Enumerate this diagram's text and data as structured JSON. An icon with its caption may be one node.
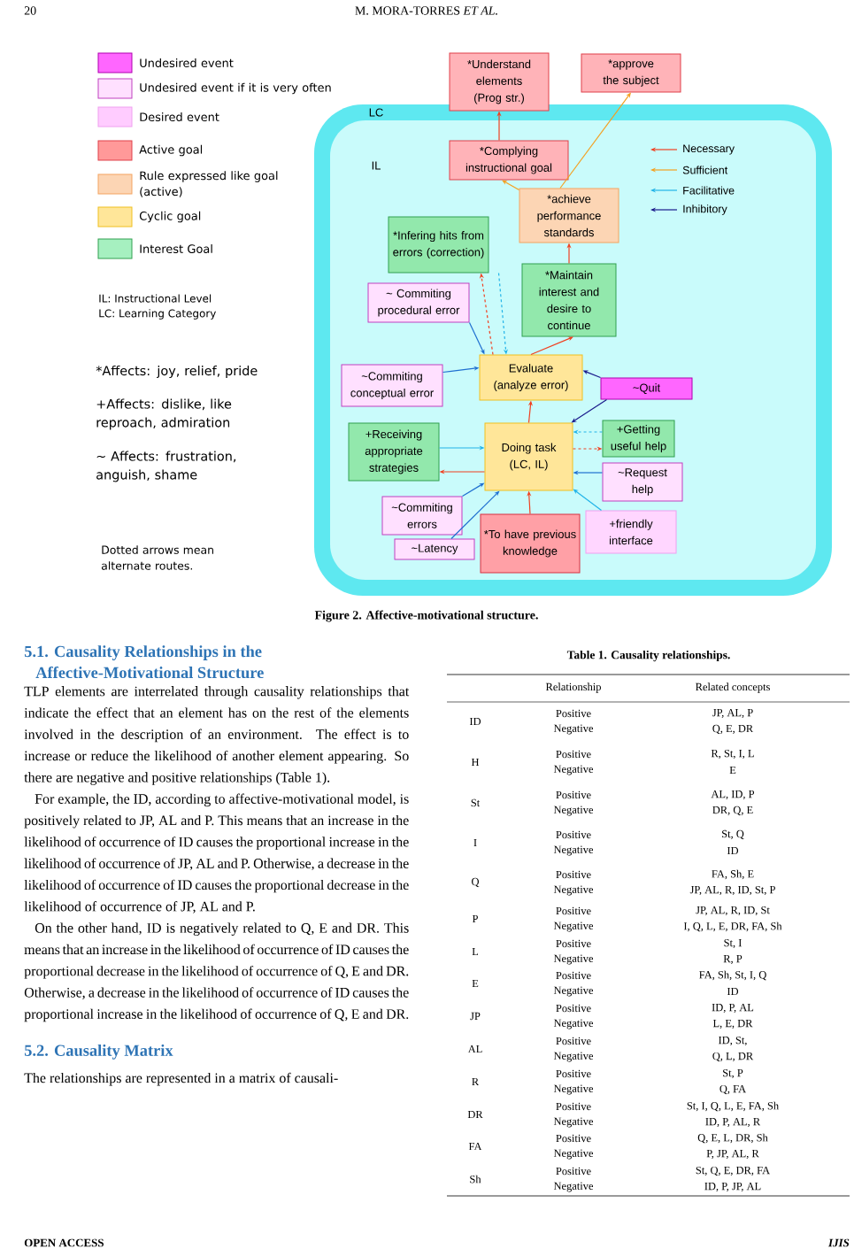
{
  "diagram": {
    "caption": "Figure 2. Affective-motivational structure.",
    "nodes": [
      {
        "text": [
          "LC"
        ]
      },
      {
        "text": [
          "IL"
        ],
        "in": 0
      },
      {
        "text": [
          "*Understand elements (Prog str.)"
        ]
      },
      {
        "text": [
          "*approve the subject"
        ]
      },
      {
        "text": [
          "*Complying instructional goal"
        ],
        "in": 1
      },
      {
        "text": [
          "*achieve performance standards"
        ],
        "in": 1
      },
      {
        "text": [
          "*Infering hits from errors (correction)"
        ],
        "in": 1
      },
      {
        "text": [
          "~ Commiting procedural error"
        ],
        "in": 1
      },
      {
        "text": [
          "*Maintain interest and desire to continue"
        ],
        "in": 1
      },
      {
        "text": [
          "~Commiting conceptual error"
        ],
        "in": 1
      },
      {
        "text": [
          "Evaluate (analyze error)"
        ],
        "in": 1
      },
      {
        "text": [
          "~Quit"
        ],
        "in": 1
      },
      {
        "text": [
          "+Receiving appropriate strategies"
        ],
        "in": 1
      },
      {
        "text": [
          "Doing task (LC, IL)"
        ],
        "in": 1
      },
      {
        "text": [
          "+Getting useful help"
        ],
        "in": 1
      },
      {
        "text": [
          "~Request help"
        ],
        "in": 1
      },
      {
        "text": [
          "~Commiting errors"
        ],
        "in": 1
      },
      {
        "text": [
          "*To have previous knowledge"
        ],
        "in": 1
      },
      {
        "text": [
          "+friendly interface"
        ],
        "in": 1
      },
      {
        "text": [
          "~Latency"
        ],
        "in": 1
      }
    ],
    "edges": [
      {
        "from": 4,
        "to": 2,
        "arrow": "to"
      },
      {
        "from": 5,
        "to": 3,
        "arrow": "to",
        "color": "#f4a020"
      },
      {
        "from": 5,
        "to": 4,
        "arrow": "to",
        "color": "#f4a020"
      },
      {
        "from": 8,
        "to": 5,
        "arrow": "to"
      },
      {
        "from": 10,
        "to": 6,
        "arrow": "to",
        "style": "dashed"
      },
      {
        "from": 6,
        "to": 10,
        "arrow": "to",
        "style": "dashed",
        "color": "#22b4e8"
      },
      {
        "from": 7,
        "to": 10,
        "arrow": "to",
        "color": "#1f6fd0"
      },
      {
        "from": 10,
        "to": 8,
        "arrow": "to"
      },
      {
        "from": 9,
        "to": 10,
        "arrow": "to",
        "color": "#1f6fd0"
      },
      {
        "from": 11,
        "to": 10,
        "arrow": "to",
        "color": "#1a1a8c"
      },
      {
        "from": 11,
        "to": 13,
        "arrow": "to",
        "color": "#1a1a8c"
      },
      {
        "from": 13,
        "to": 10,
        "arrow": "to"
      },
      {
        "from": 12,
        "to": 13,
        "arrow": "to",
        "color": "#22b4e8"
      },
      {
        "from": 13,
        "to": 12,
        "arrow": "to"
      },
      {
        "from": 14,
        "to": 13,
        "arrow": "to",
        "style": "dashed",
        "color": "#22b4e8"
      },
      {
        "from": 13,
        "to": 14,
        "arrow": "to",
        "style": "dashed"
      },
      {
        "from": 15,
        "to": 13,
        "arrow": "to",
        "color": "#1f6fd0"
      },
      {
        "from": 16,
        "to": 13,
        "arrow": "to",
        "color": "#1f6fd0"
      },
      {
        "from": 19,
        "to": 13,
        "arrow": "to",
        "color": "#1f6fd0"
      },
      {
        "from": 17,
        "to": 13,
        "arrow": "to"
      },
      {
        "from": 18,
        "to": 13,
        "arrow": "to",
        "color": "#22b4e8"
      }
    ],
    "labels": [
      "20",
      "M. MORA-TORRES *ET AL.*",
      "IL: Instructional Level",
      "LC: Learning Category",
      "*Affects: joy, relief, pride",
      "+Affects: dislike, like reproach, admiration",
      "~ Affects: frustration, anguish, shame",
      "Dotted arrows mean alternate routes.",
      "5.1. Causality Relationships in the Affective-Motivational Structure",
      "TLP elements are interrelated through causality relationships that indicate the effect that an element has on the rest of the elements involved in the description of an environment. The effect is to increase or reduce the likelihood of another element appearing. So there are negative and positive relationships (Table 1).",
      "For example, the ID, according to affective-motivational model, is positively related to JP, AL and P. This means that an increase in the likelihood of occurrence of ID causes the proportional increase in the likelihood of occurrence of JP, AL and P. Otherwise, a decrease in the likelihood of occurrence of ID causes the proportional decrease in the likelihood of occurrence of JP, AL and P.",
      "On the other hand, ID is negatively related to Q, E and DR. This means that an increase in the likelihood of occurrence of ID causes the proportional decrease in the likelihood of occurrence of Q, E and DR. Otherwise, a decrease in the likelihood of occurrence of ID causes the proportional increase in the likelihood of occurrence of Q, E and DR.",
      "5.2. Causality Matrix",
      "The relationships are represented in a matrix of causali-",
      "Table 1. Causality relationships.",
      "Relationship",
      "Related concepts",
      "ID",
      "Positive",
      "JP, AL, P",
      "Negative",
      "Q, E, DR",
      "H",
      "Positive",
      "R, St, I, L",
      "Negative",
      "E",
      "St",
      "Positive",
      "AL, ID, P",
      "Negative",
      "DR, Q, E",
      "I",
      "Positive",
      "St, Q",
      "Negative",
      "ID",
      "Q",
      "Positive",
      "FA, Sh, E",
      "Negative",
      "JP, AL, R, ID, St, P",
      "P",
      "Positive",
      "JP, AL, R, ID, St",
      "Negative",
      "I, Q, L, E, DR, FA, Sh",
      "L",
      "Positive",
      "St, I",
      "Negative",
      "R, P",
      "E",
      "Positive",
      "FA, Sh, St, I, Q",
      "Negative",
      "ID",
      "JP",
      "Positive",
      "ID, P, AL",
      "Negative",
      "L, E, DR",
      "AL",
      "Positive",
      "ID, St,",
      "Negative",
      "Q, L, DR",
      "R",
      "Positive",
      "St, P",
      "Negative",
      "Q, FA",
      "DR",
      "Positive",
      "St, I, Q, L, E, FA, Sh",
      "Negative",
      "ID, P, AL, R",
      "FA",
      "Positive",
      "Q, E, L, DR, Sh",
      "Negative",
      "P, JP, AL, R",
      "Sh",
      "Positive",
      "St, Q, E, DR, FA",
      "Negative",
      "ID, P, JP, AL",
      "OPEN ACCESS",
      "IJIS"
    ],
    "legend": [
      {
        "text": "Undesired event",
        "color": "#ff66ff"
      },
      {
        "text": "Undesired event if it is very often",
        "color": "#ffe0ff"
      },
      {
        "text": "Desired event",
        "color": "#ffccff"
      },
      {
        "text": "Active goal",
        "color": "#ff9999"
      },
      {
        "text": "Rule expressed like goal (active)",
        "color": "#fcd5b4"
      },
      {
        "text": "Cyclic goal",
        "color": "#ffe699"
      },
      {
        "text": "Interest Goal",
        "color": "#a6f0c0"
      },
      {
        "text": "Necessary"
      },
      {
        "text": "Sufficient"
      },
      {
        "text": "Facilitative"
      },
      {
        "text": "Inhibitory"
      }
    ]
  }
}
